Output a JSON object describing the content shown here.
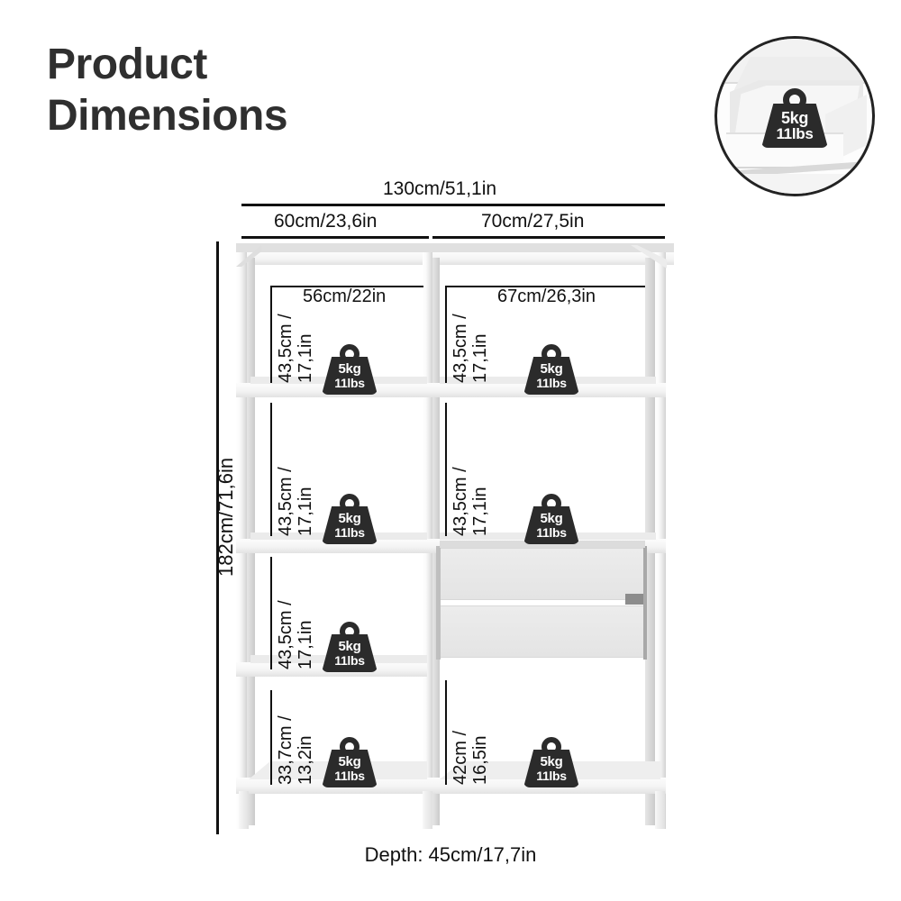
{
  "title": {
    "line1": "Product",
    "line2": "Dimensions"
  },
  "colors": {
    "text": "#1f1f1f",
    "title": "#2f2f2f",
    "dimension_line": "#111111",
    "badge_bg": "#2b2b2b",
    "badge_text": "#ffffff",
    "furniture_light": "#fcfcfc",
    "furniture_shade": "#e3e3e3"
  },
  "overall": {
    "width": "130cm/51,1in",
    "height": "182cm/71,6in",
    "depth": "Depth: 45cm/17,7in"
  },
  "bays": {
    "left_outer_width": "60cm/23,6in",
    "right_outer_width": "70cm/27,5in",
    "left_inner_width": "56cm/22in",
    "right_inner_width": "67cm/26,3in"
  },
  "shelf_heights": {
    "left": [
      {
        "cm": "43,5cm /",
        "in": "17,1in"
      },
      {
        "cm": "43,5cm /",
        "in": "17,1in"
      },
      {
        "cm": "43,5cm /",
        "in": "17,1in"
      },
      {
        "cm": "33,7cm /",
        "in": "13,2in"
      }
    ],
    "right": [
      {
        "cm": "43,5cm /",
        "in": "17,1in"
      },
      {
        "cm": "43,5cm /",
        "in": "17,1in"
      },
      {
        "cm": "42cm /",
        "in": "16,5in"
      }
    ]
  },
  "weight_badge": {
    "kg": "5kg",
    "lbs": "11lbs"
  },
  "inset": {
    "icon": "open-drawer-photo",
    "badge_kg": "5kg",
    "badge_lbs": "11lbs"
  }
}
